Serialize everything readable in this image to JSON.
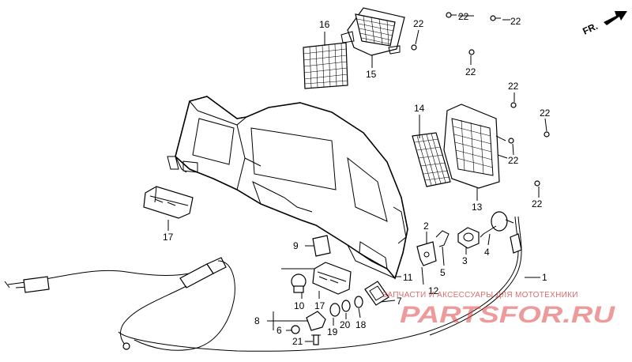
{
  "direction_label": "FR.",
  "callouts": [
    {
      "id": "c-16",
      "text": "16"
    },
    {
      "id": "c-15",
      "text": "15"
    },
    {
      "id": "c-22a",
      "text": "22"
    },
    {
      "id": "c-22b",
      "text": "22"
    },
    {
      "id": "c-22c",
      "text": "22"
    },
    {
      "id": "c-22d",
      "text": "22"
    },
    {
      "id": "c-22e",
      "text": "22"
    },
    {
      "id": "c-22f",
      "text": "22"
    },
    {
      "id": "c-22g",
      "text": "22"
    },
    {
      "id": "c-22h",
      "text": "22"
    },
    {
      "id": "c-22i",
      "text": "22"
    },
    {
      "id": "c-14",
      "text": "14"
    },
    {
      "id": "c-13",
      "text": "13"
    },
    {
      "id": "c-17a",
      "text": "17"
    },
    {
      "id": "c-17b",
      "text": "17"
    },
    {
      "id": "c-9",
      "text": "9"
    },
    {
      "id": "c-2",
      "text": "2"
    },
    {
      "id": "c-5",
      "text": "5"
    },
    {
      "id": "c-3",
      "text": "3"
    },
    {
      "id": "c-4",
      "text": "4"
    },
    {
      "id": "c-1",
      "text": "1"
    },
    {
      "id": "c-11",
      "text": "11"
    },
    {
      "id": "c-12",
      "text": "12"
    },
    {
      "id": "c-7",
      "text": "7"
    },
    {
      "id": "c-10",
      "text": "10"
    },
    {
      "id": "c-8",
      "text": "8"
    },
    {
      "id": "c-6",
      "text": "6"
    },
    {
      "id": "c-19",
      "text": "19"
    },
    {
      "id": "c-20",
      "text": "20"
    },
    {
      "id": "c-18",
      "text": "18"
    },
    {
      "id": "c-21",
      "text": "21"
    }
  ],
  "watermark": {
    "tagline": "ЗАПЧАСТИ И АКСЕССУАРЫ ДЛЯ МОТОТЕХНИКИ",
    "logo": "PARTSFOR.RU"
  }
}
